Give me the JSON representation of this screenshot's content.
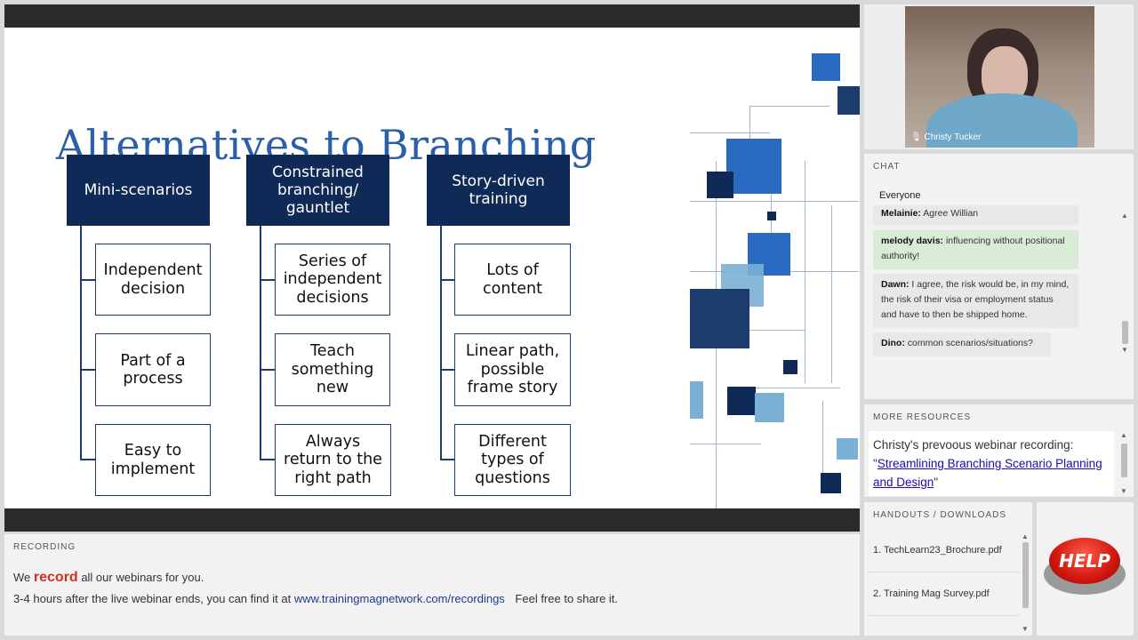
{
  "slide": {
    "title": "Alternatives to Branching",
    "columns": [
      {
        "header": [
          "Mini-scenarios"
        ],
        "items": [
          [
            "Independent",
            "decision"
          ],
          [
            "Part of a",
            "process"
          ],
          [
            "Easy to",
            "implement"
          ]
        ]
      },
      {
        "header": [
          "Constrained",
          "branching/",
          "gauntlet"
        ],
        "items": [
          [
            "Series of",
            "independent",
            "decisions"
          ],
          [
            "Teach",
            "something",
            "new"
          ],
          [
            "Always",
            "return to the",
            "right path"
          ]
        ]
      },
      {
        "header": [
          "Story-driven",
          "training"
        ],
        "items": [
          [
            "Lots of",
            "content"
          ],
          [
            "Linear path,",
            "possible",
            "frame story"
          ],
          [
            "Different",
            "types of",
            "questions"
          ]
        ]
      }
    ],
    "colors": {
      "title": "#2a5ea8",
      "header_bg": "#0f2a57",
      "deco_blue": "#2a6ac0",
      "deco_navy": "#0f2a57",
      "deco_light": "#7ab0d4"
    }
  },
  "video": {
    "presenter_name": "Christy Tucker",
    "icon": "microphone-icon"
  },
  "chat": {
    "heading": "CHAT",
    "audience": "Everyone",
    "messages": [
      {
        "author": "Melainie:",
        "text": "Agree Willian"
      },
      {
        "author": "melody davis:",
        "text": "influencing without positional authority!",
        "highlight": true
      },
      {
        "author": "Dawn:",
        "text": "I agree, the risk would be, in my mind, the risk of their visa or employment status and have to then be shipped home."
      },
      {
        "author": "Dino:",
        "text": "common scenarios/situations?"
      }
    ]
  },
  "resources": {
    "heading": "MORE RESOURCES",
    "intro": "Christy's prevoous webinar recording:",
    "open_quote": "\"",
    "link_text": "Streamlining Branching Scenario Planning and Design",
    "close_quote": "\""
  },
  "handouts": {
    "heading": "HANDOUTS / DOWNLOADS",
    "files": [
      "1. TechLearn23_Brochure.pdf",
      "2. Training Mag Survey.pdf"
    ]
  },
  "help": {
    "label": "HELP"
  },
  "recording": {
    "heading": "RECORDING",
    "line1_pre": "We",
    "line1_em": "record",
    "line1_post": "all our webinars for you.",
    "line2_pre": "3-4 hours after the live webinar ends, you can find it at",
    "line2_link": "www.trainingmagnetwork.com/recordings",
    "line2_post": "Feel free to share it."
  }
}
